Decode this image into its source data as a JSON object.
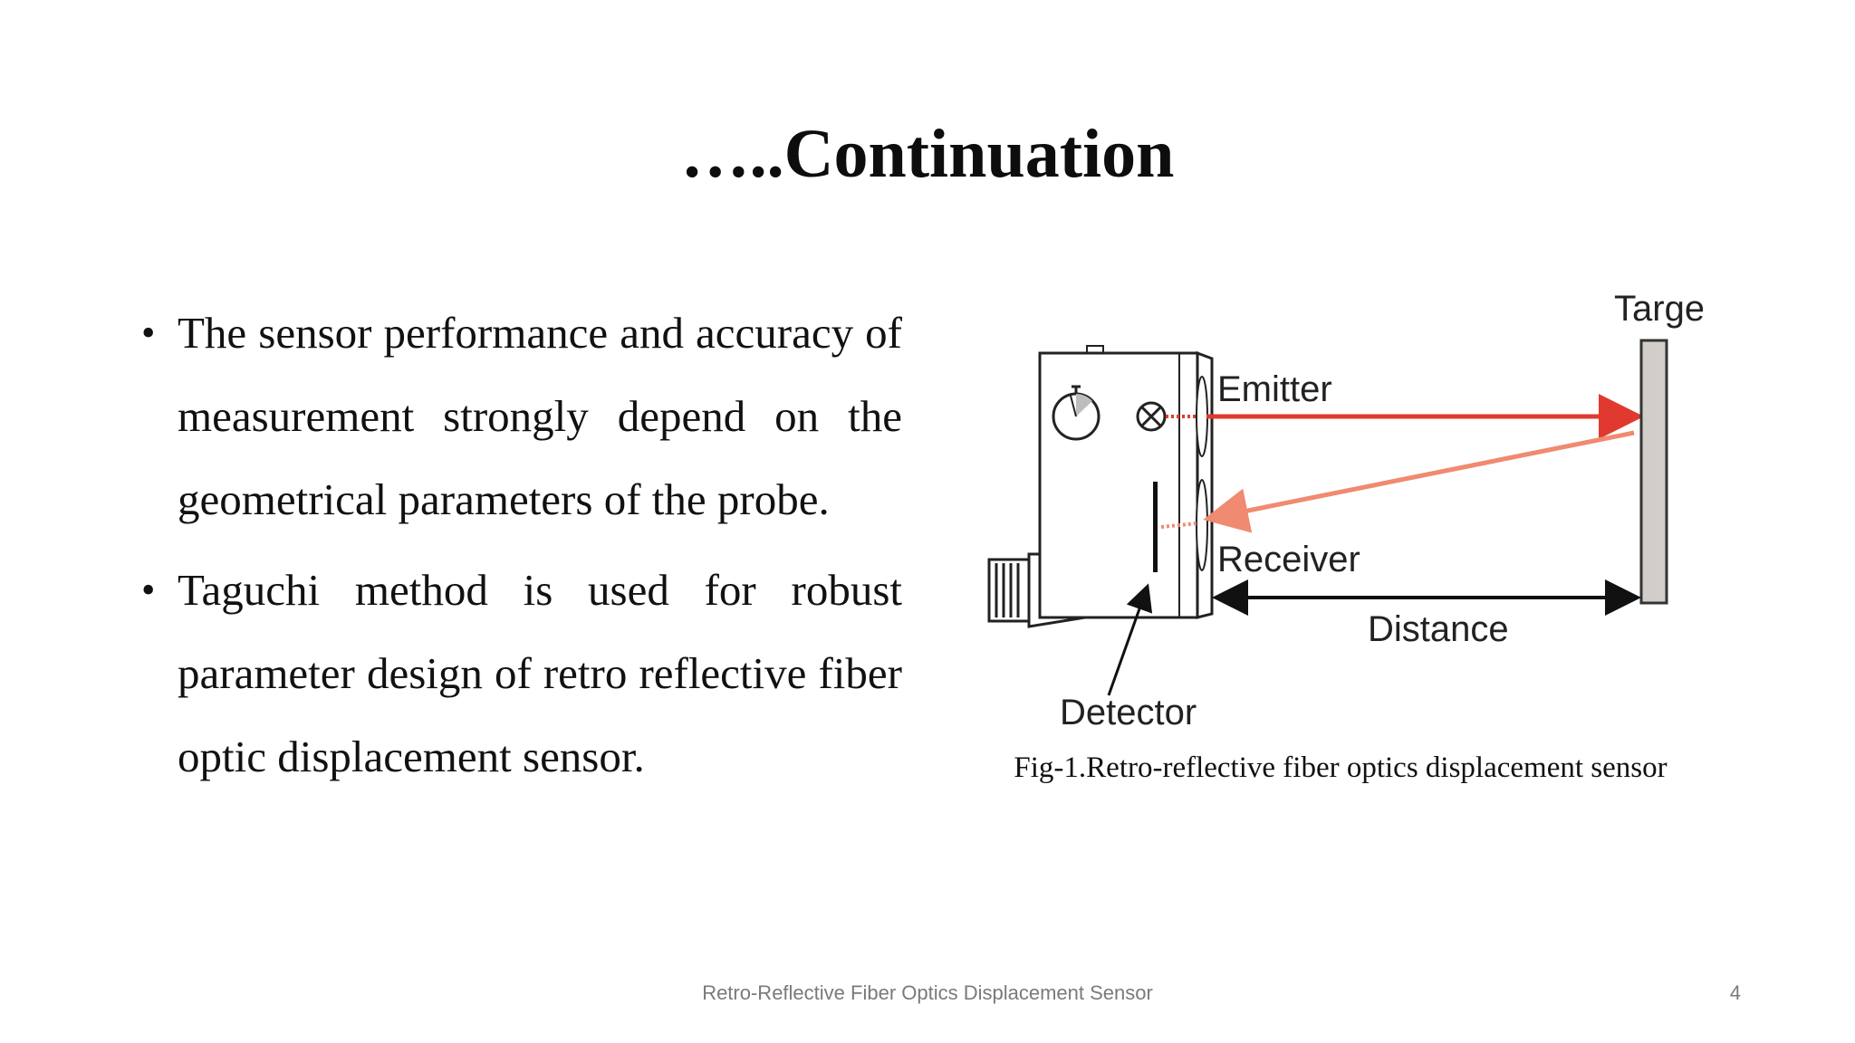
{
  "slide": {
    "title": "…..Continuation",
    "bullets": [
      "The sensor performance and accuracy of measurement strongly depend on the geometrical parameters of the probe.",
      "Taguchi method is used for robust parameter design of retro reflective fiber optic displacement sensor."
    ],
    "bullet_symbol": "•",
    "figure": {
      "labels": {
        "target": "Target",
        "emitter": "Emitter",
        "receiver": "Receiver",
        "distance": "Distance",
        "detector": "Detector"
      },
      "caption": "Fig-1.Retro-reflective fiber optics displacement sensor",
      "colors": {
        "emitter_beam": "#e03a30",
        "reflected_beam": "#f08a70",
        "target_fill": "#d2cdc9"
      }
    },
    "footer": {
      "text": "Retro-Reflective Fiber Optics Displacement Sensor",
      "page_number": "4"
    }
  }
}
